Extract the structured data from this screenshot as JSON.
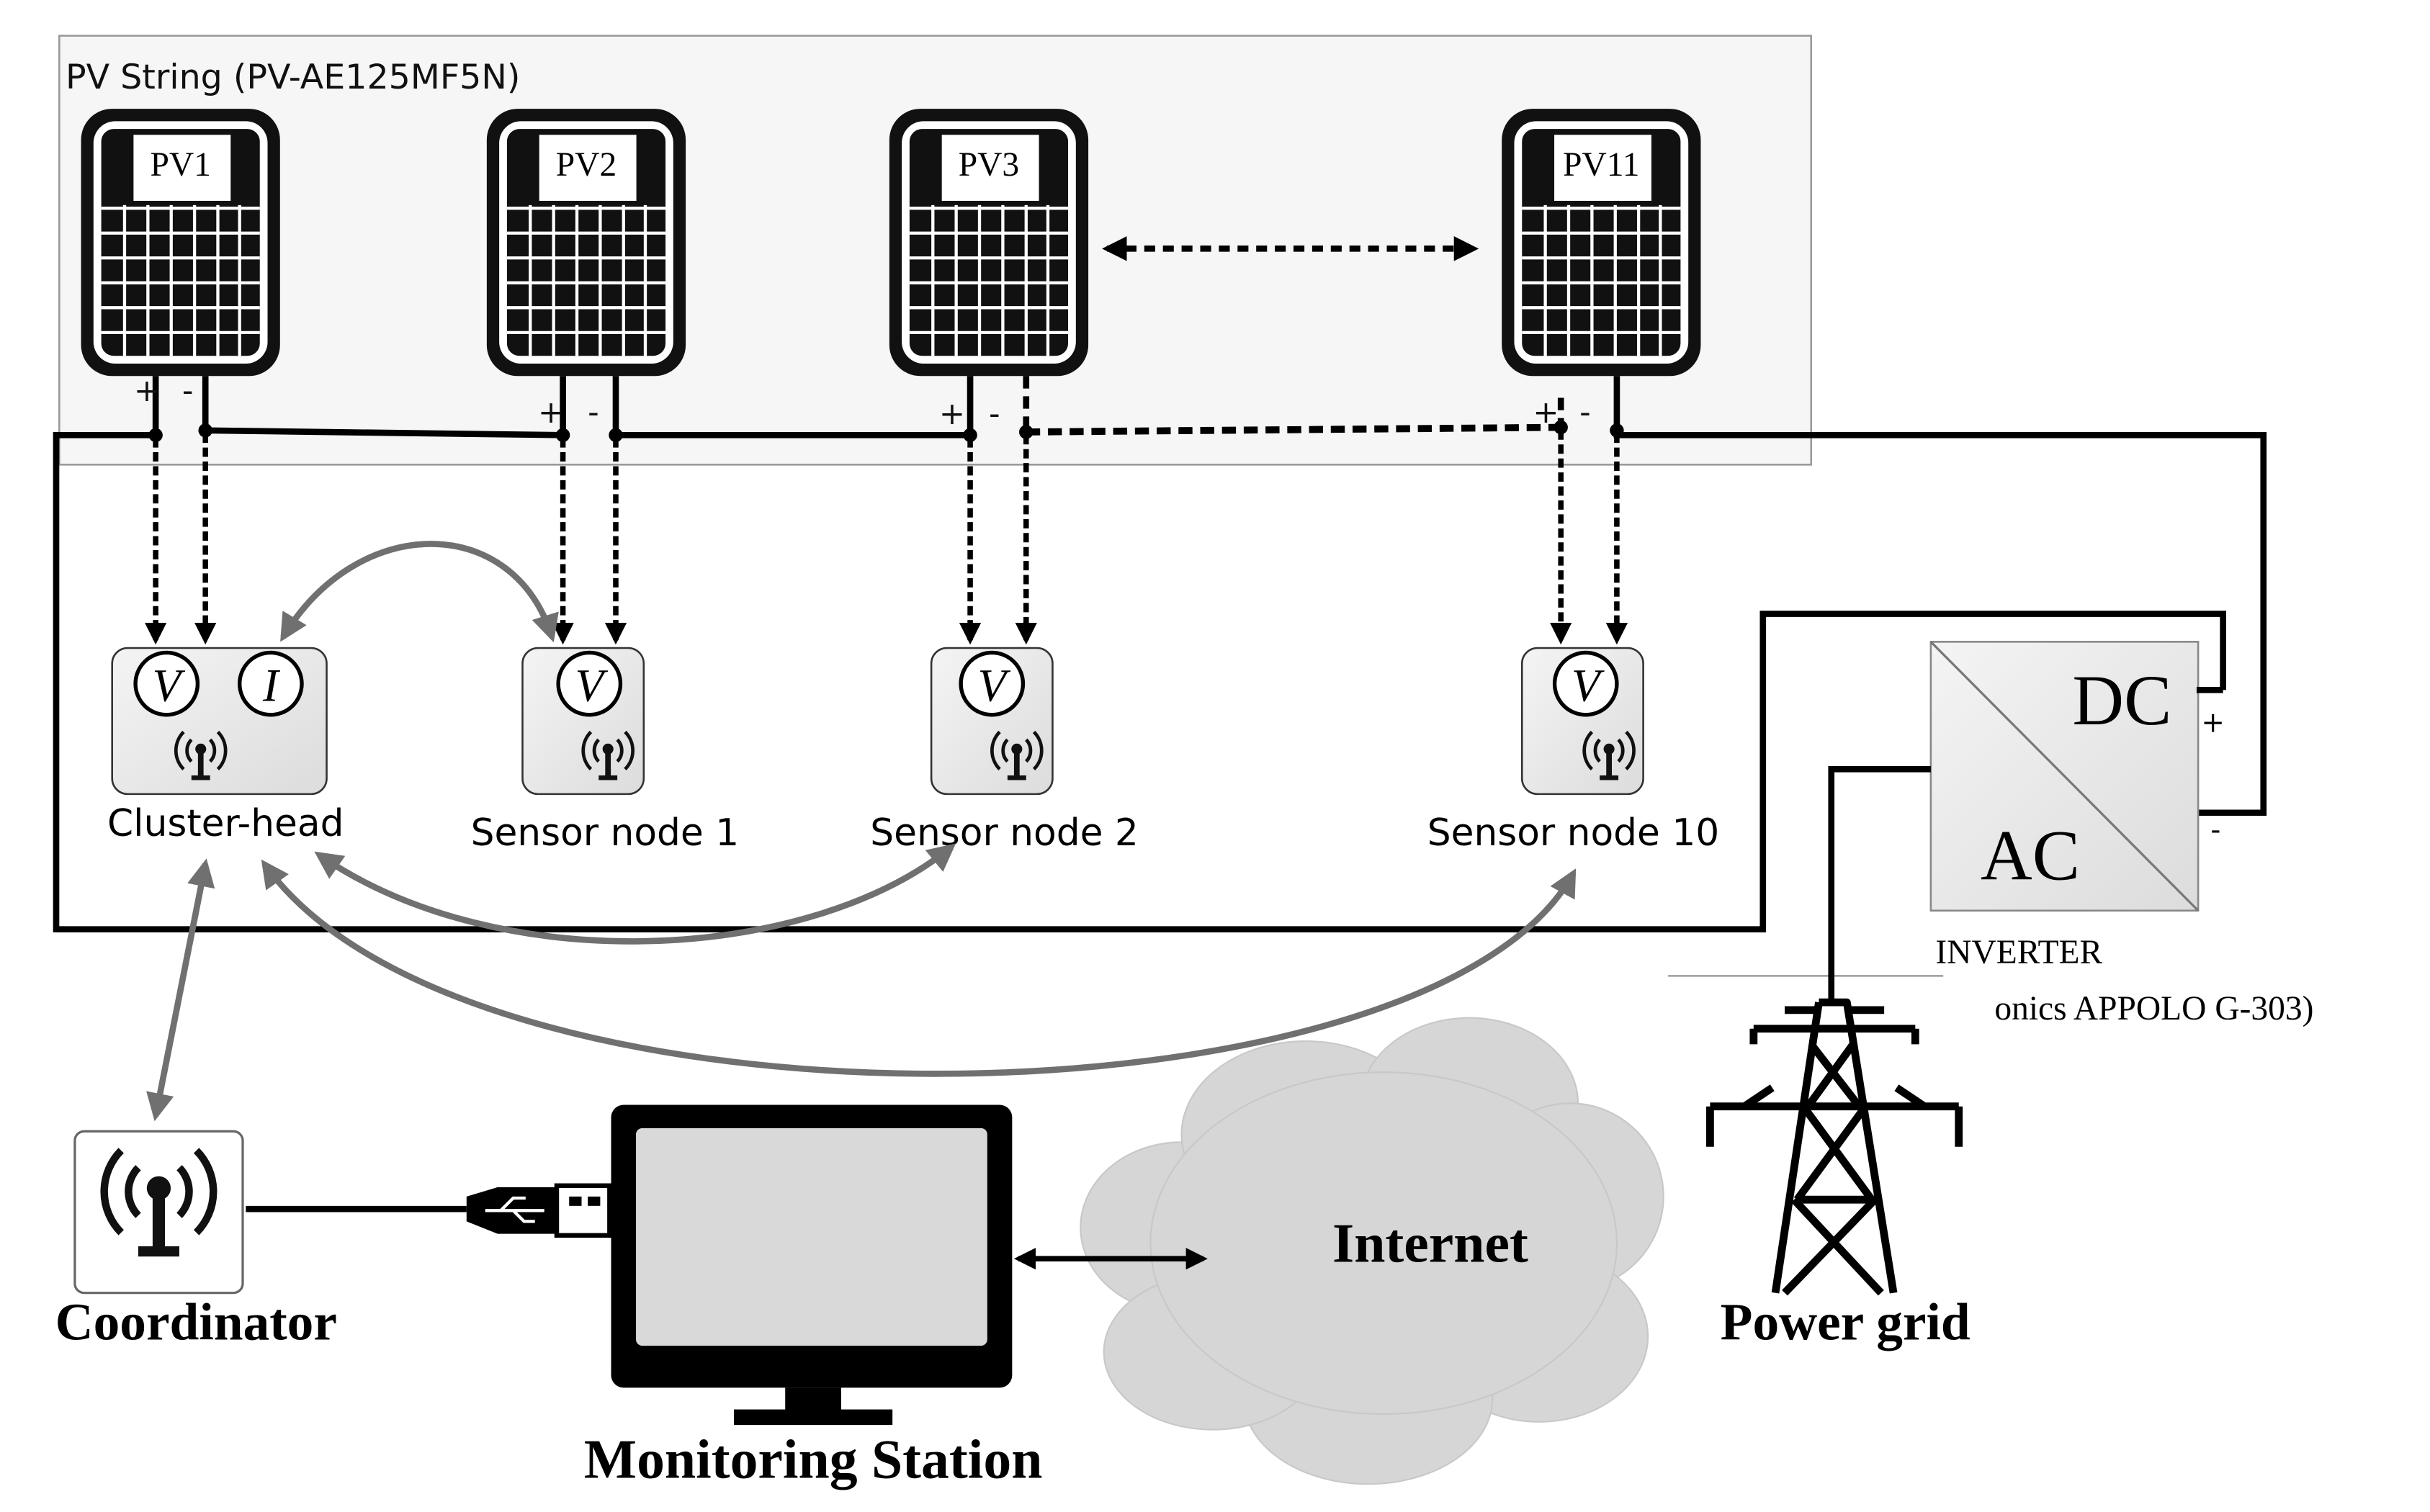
{
  "string_title": "PV String (PV-AE125MF5N)",
  "panels": [
    {
      "label": "PV1"
    },
    {
      "label": "PV2"
    },
    {
      "label": "PV3"
    },
    {
      "label": "PV11"
    }
  ],
  "polarity": {
    "plus": "+",
    "minus": "-"
  },
  "meters": {
    "voltage": "V",
    "current": "I"
  },
  "nodes": {
    "cluster_head": "Cluster-head",
    "sensor_1": "Sensor node 1",
    "sensor_2": "Sensor node 2",
    "sensor_10": "Sensor node 10"
  },
  "inverter": {
    "dc": "DC",
    "ac": "AC",
    "title": "INVERTER",
    "model": "onics APPOLO G-303)"
  },
  "coordinator": "Coordinator",
  "monitoring_station": "Monitoring Station",
  "internet": "Internet",
  "power_grid": "Power grid",
  "colors": {
    "line": "#000000",
    "wireless_arrow": "#707070",
    "panel_bg": "#f5f5f5",
    "cloud": "#d6d6d6",
    "box_fill": "#e6e6e6"
  }
}
